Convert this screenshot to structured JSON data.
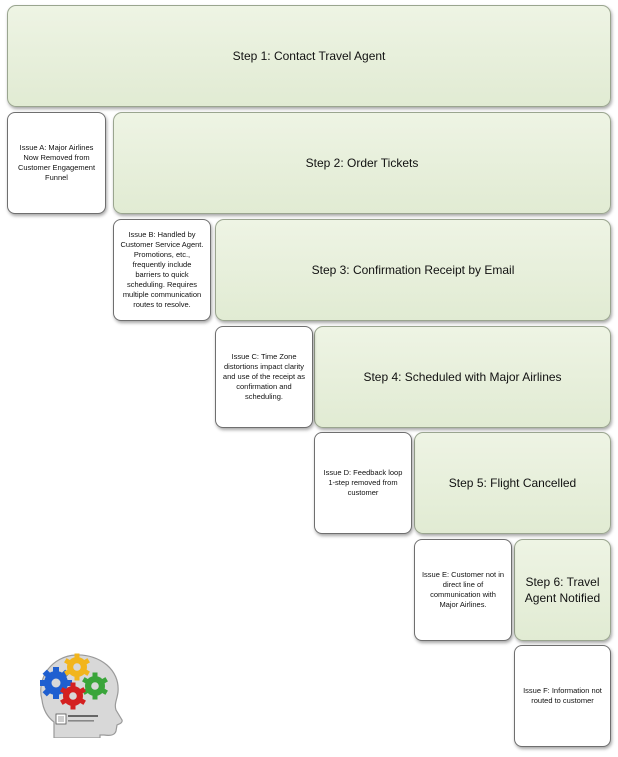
{
  "steps": [
    {
      "label": "Step 1: Contact Travel Agent"
    },
    {
      "label": "Step 2: Order Tickets"
    },
    {
      "label": "Step 3: Confirmation Receipt by Email"
    },
    {
      "label": "Step 4: Scheduled with Major Airlines"
    },
    {
      "label": "Step 5: Flight Cancelled"
    },
    {
      "label": "Step 6: Travel Agent Notified"
    }
  ],
  "issues": [
    {
      "label": "Issue A: Major Airlines Now Removed from Customer Engagement Funnel"
    },
    {
      "label": "Issue B: Handled by Customer Service Agent. Promotions, etc., frequently include barriers to quick scheduling. Requires multiple communication routes to resolve."
    },
    {
      "label": "Issue C: Time Zone distortions impact clarity and use of the receipt as confirmation and scheduling."
    },
    {
      "label": "Issue D: Feedback loop 1-step removed from customer"
    },
    {
      "label": "Issue E: Customer not in direct line of communication with Major Airlines."
    },
    {
      "label": "Issue F: Information not routed to customer"
    }
  ],
  "colors": {
    "step_fill": "#e6eed9",
    "step_border": "#9aa58f",
    "issue_fill": "#ffffff",
    "issue_border": "#6f6f6f",
    "gear_blue": "#1f5fd0",
    "gear_yellow": "#f2b51c",
    "gear_green": "#3aa53a",
    "gear_red": "#d42020"
  },
  "logo": {
    "icon": "head-with-gears-icon"
  }
}
